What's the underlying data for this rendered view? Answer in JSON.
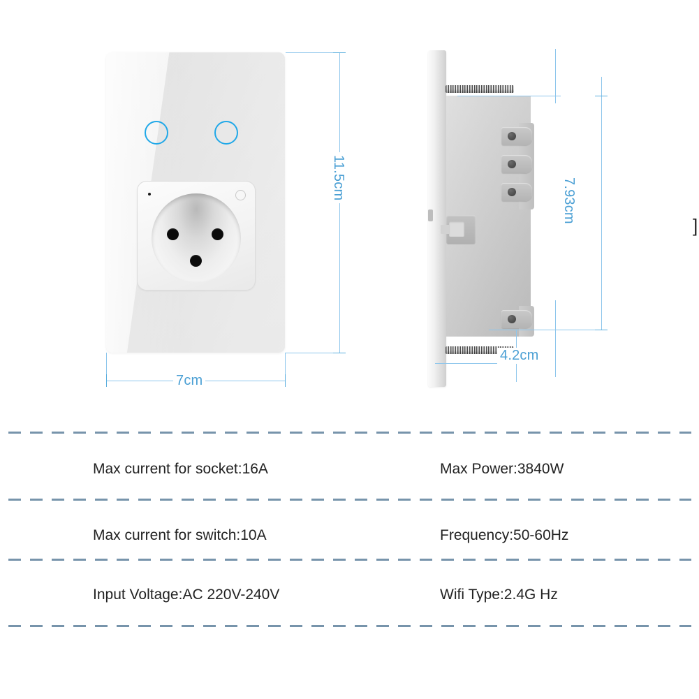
{
  "product": {
    "front_view": {
      "name": "Smart wall socket with two touch switches",
      "touch_buttons": [
        {
          "label": "",
          "indicator_color": "#20a8e8"
        },
        {
          "label": "",
          "indicator_color": "#20a8e8"
        }
      ],
      "socket_type": "3-pin round socket",
      "pin_count": 3
    },
    "side_view": {
      "name": "Side profile with terminal screws and mounting clips",
      "terminal_count": 4
    }
  },
  "dimensions": {
    "accent_color": "#4a9fd4",
    "front_height": "11.5cm",
    "front_width": "7cm",
    "body_height": "7.93cm",
    "body_depth": "4.2cm"
  },
  "specs": {
    "divider_color": "#7794ab",
    "rows": [
      {
        "left": "Max current for socket:16A",
        "right": "Max Power:3840W"
      },
      {
        "left": "Max current for switch:10A",
        "right": "Frequency:50-60Hz"
      },
      {
        "left": "Input Voltage:AC 220V-240V",
        "right": "Wifi Type:2.4G Hz"
      }
    ]
  },
  "edge_glyph": "]"
}
